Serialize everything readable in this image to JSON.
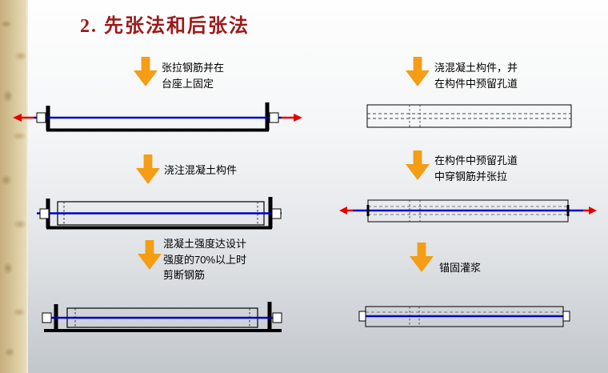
{
  "slide": {
    "title": "2. 先张法和后张法"
  },
  "pretension": {
    "steps": [
      {
        "label": "张拉钢筋并在\n台座上固定"
      },
      {
        "label": "浇注混凝土构件"
      },
      {
        "label": "混凝土强度达设计\n强度的70%以上时\n剪断钢筋"
      }
    ]
  },
  "posttension": {
    "steps": [
      {
        "label": "浇混凝土构件，并\n在构件中预留孔道"
      },
      {
        "label": "在构件中预留孔道\n中穿钢筋并张拉"
      },
      {
        "label": "锚固灌浆"
      }
    ]
  },
  "icons": {
    "step_arrow": "down-block-arrow-icon",
    "tension_left": "tension-arrow-left-icon",
    "tension_right": "tension-arrow-right-icon"
  },
  "colors": {
    "title": "#9B1A1A",
    "step_arrow": "#F49D15",
    "steel_tendon": "#0000C8",
    "tension_arrow": "#E60000",
    "diagram_line": "#000000",
    "texture_strip": "#D5C194"
  }
}
